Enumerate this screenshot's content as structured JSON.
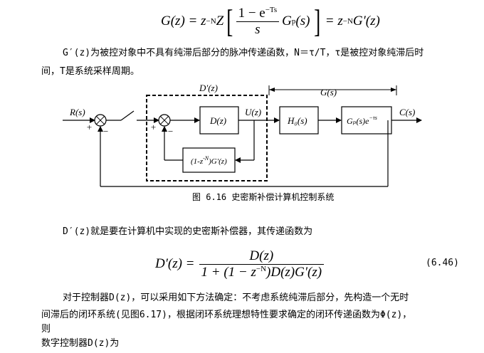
{
  "equation_top": {
    "lhs": "G(z)",
    "rhs_start": "= z",
    "exp_minus_n": "−N",
    "z_transform": "Z",
    "frac_num": "1 − e",
    "frac_num_exp": "−Ts",
    "frac_den": "s",
    "gp": "G",
    "gp_sub": "p",
    "gp_arg": "(s)",
    "rhs_end": "= z",
    "rhs_end_exp": "−N",
    "g_prime": "G′(z)"
  },
  "paragraph1": {
    "line1": "G′(z)为被控对象中不具有纯滞后部分的脉冲传递函数，N＝τ/T，τ是被控对象纯滞后时",
    "line2": "间，T是系统采样周期。"
  },
  "diagram": {
    "label_Dz_outer": "D′(z)",
    "label_Gs": "G(s)",
    "label_Rs": "R(s)",
    "label_plus1": "+",
    "label_minus1": "−",
    "label_plus2": "+",
    "label_minus2": "−",
    "block_Dz": "D(z)",
    "label_Uz": "U(z)",
    "block_H0": "H₀(s)",
    "block_Gp": "Gₚ(s)e",
    "block_Gp_exp": "−τs",
    "label_Cs": "C(s)",
    "block_feedback": "(1-z",
    "block_feedback_exp": "-N",
    "block_feedback_end": ")G′(z)"
  },
  "figure_caption": "图 6.16 史密斯补偿计算机控制系统",
  "paragraph2": "D′(z)就是要在计算机中实现的史密斯补偿器，其传递函数为",
  "equation_main": {
    "lhs": "D′(z) =",
    "num": "D(z)",
    "den_a": "1 + (1 − z",
    "den_exp": "−N",
    "den_b": ")D(z)G′(z)",
    "number": "(6.46)"
  },
  "paragraph3": {
    "line1": "对于控制器D(z)，可以采用如下方法确定：不考虑系统纯滞后部分，先构造一个无时",
    "line2": "间滞后的闭环系统(见图6.17)，根据闭环系统理想特性要求确定的闭环传递函数为Φ(z)，",
    "line3": "则",
    "line4": "数字控制器D(z)为"
  }
}
